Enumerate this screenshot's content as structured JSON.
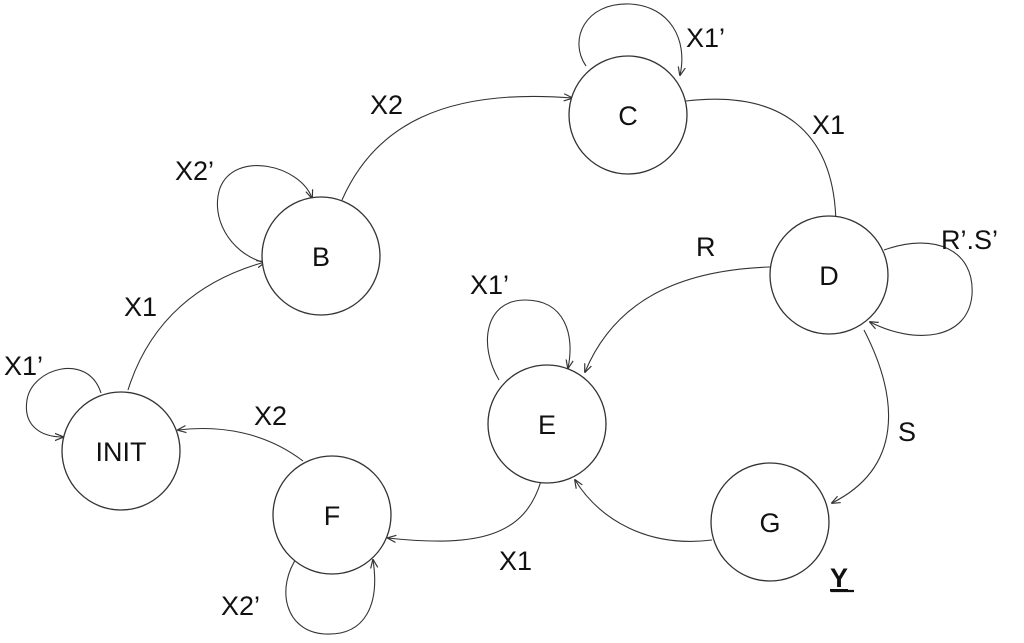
{
  "diagram": {
    "states": [
      {
        "id": "init",
        "label": "INIT"
      },
      {
        "id": "b",
        "label": "B"
      },
      {
        "id": "c",
        "label": "C"
      },
      {
        "id": "d",
        "label": "D"
      },
      {
        "id": "e",
        "label": "E"
      },
      {
        "id": "f",
        "label": "F"
      },
      {
        "id": "g",
        "label": "G"
      }
    ],
    "transitions": [
      {
        "from": "INIT",
        "to": "INIT",
        "label": "X1’"
      },
      {
        "from": "INIT",
        "to": "B",
        "label": "X1"
      },
      {
        "from": "B",
        "to": "B",
        "label": "X2’"
      },
      {
        "from": "B",
        "to": "C",
        "label": "X2"
      },
      {
        "from": "C",
        "to": "C",
        "label": "X1’"
      },
      {
        "from": "C",
        "to": "D",
        "label": "X1"
      },
      {
        "from": "D",
        "to": "D",
        "label": "R’.S’"
      },
      {
        "from": "D",
        "to": "E",
        "label": "R"
      },
      {
        "from": "D",
        "to": "G",
        "label": "S"
      },
      {
        "from": "G",
        "to": "E",
        "label": ""
      },
      {
        "from": "E",
        "to": "E",
        "label": "X1’"
      },
      {
        "from": "E",
        "to": "F",
        "label": "X1"
      },
      {
        "from": "F",
        "to": "F",
        "label": "X2’"
      },
      {
        "from": "F",
        "to": "INIT",
        "label": "X2"
      }
    ],
    "outputs": [
      {
        "state": "G",
        "label": "Y"
      }
    ],
    "colors": {
      "stroke": "#333333",
      "text": "#111111",
      "fill": "#ffffff"
    }
  }
}
